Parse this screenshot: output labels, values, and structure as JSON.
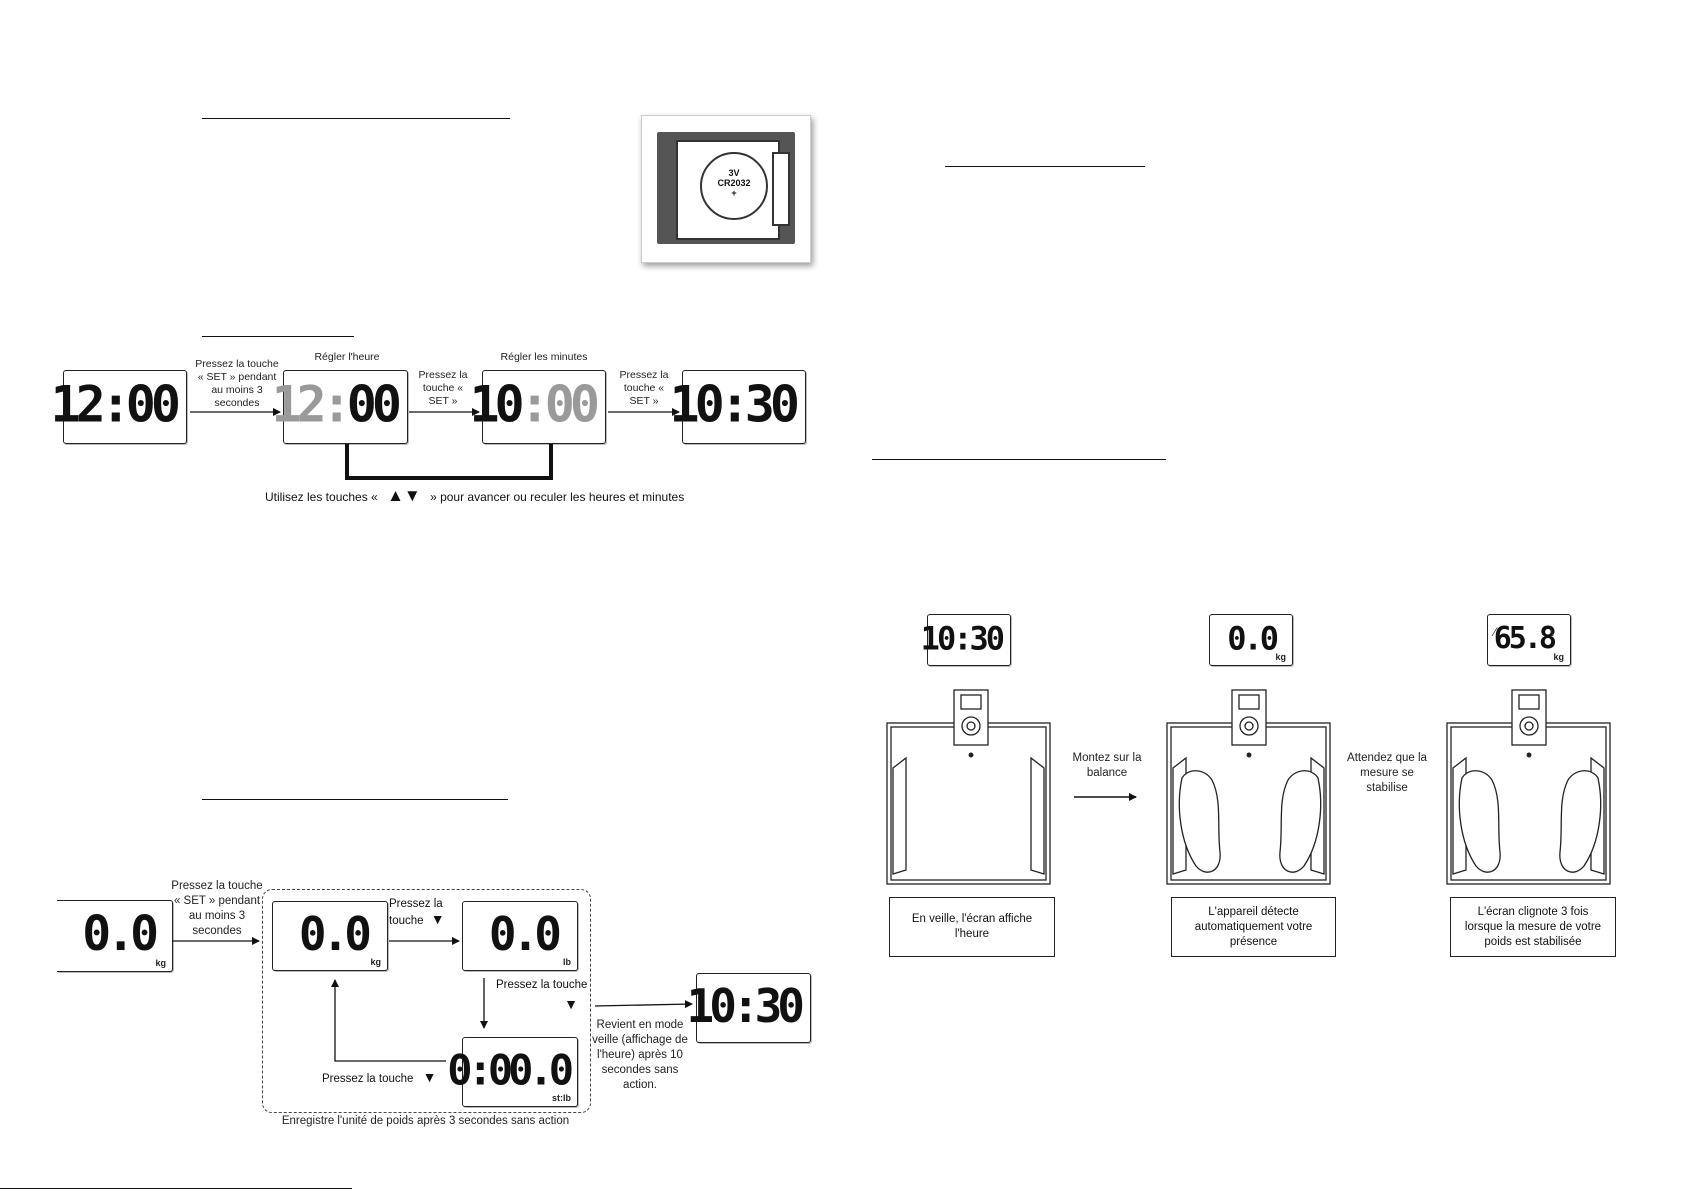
{
  "battery": {
    "voltage": "3V",
    "model": "CR2032",
    "sign": "+"
  },
  "time_setting": {
    "display_initial": "12:00",
    "step1": "Pressez la touche « SET » pendant au moins 3 secondes",
    "label_hour": "Régler l'heure",
    "display_hour": {
      "hh": "12",
      "sep": ":",
      "mm": "00"
    },
    "step2": "Pressez la touche « SET »",
    "label_minutes": "Régler les minutes",
    "display_minutes": {
      "hh": "10",
      "sep": ":",
      "mm": "00"
    },
    "step3": "Pressez la touche « SET »",
    "display_final": "10:30",
    "arrows_prefix": "Utilisez les touches «",
    "arrows_suffix": "» pour avancer ou reculer les heures et minutes"
  },
  "unit_setting": {
    "display_start": {
      "value": "0.0",
      "unit": "kg"
    },
    "step1": "Pressez la touche « SET » pendant au moins 3 secondes",
    "display_kg": {
      "value": "0.0",
      "unit": "kg"
    },
    "press_down_1": "Pressez la touche",
    "display_lb": {
      "value": "0.0",
      "unit": "lb"
    },
    "press_down_2": "Pressez la touche",
    "display_stlb": {
      "value": "0:00.0",
      "unit": "st:lb"
    },
    "press_down_3": "Pressez la touche",
    "return_text": "Revient en mode veille (affichage de l'heure) après 10 secondes sans action.",
    "display_end": "10:30",
    "save_text": "Enregistre l'unité de poids après 3 secondes sans action"
  },
  "weighing": {
    "panels": [
      {
        "display": "10:30",
        "unit": "",
        "caption": "En veille, l'écran affiche l'heure"
      },
      {
        "display": "0.0",
        "unit": "kg",
        "caption": "L'appareil détecte automatiquement votre présence"
      },
      {
        "display": "65.8",
        "unit": "kg",
        "caption": "L'écran clignote 3 fois lorsque la mesure de votre poids est stabilisée"
      }
    ],
    "step1": "Montez sur la balance",
    "step2": "Attendez que la mesure se stabilise"
  }
}
